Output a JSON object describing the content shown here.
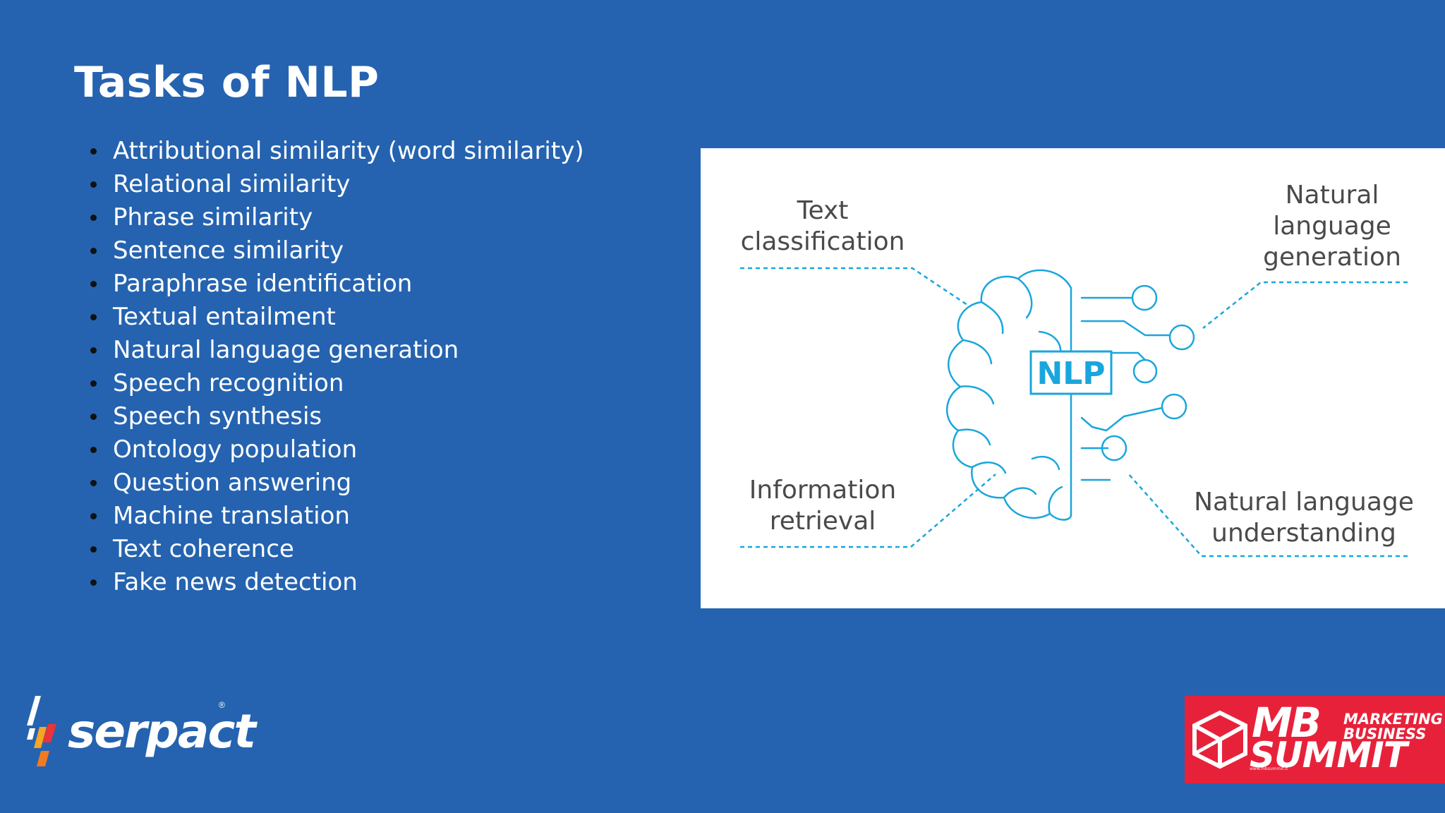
{
  "slide": {
    "title": "Tasks of NLP",
    "tasks": [
      "Attributional similarity (word similarity)",
      "Relational similarity",
      "Phrase similarity",
      "Sentence similarity",
      "Paraphrase identification",
      "Textual entailment",
      "Natural language generation",
      "Speech recognition",
      "Speech synthesis",
      "Ontology population",
      "Question answering",
      "Machine translation",
      "Text coherence",
      "Fake news detection"
    ]
  },
  "diagram": {
    "center_label": "NLP",
    "text_classification": [
      "Text",
      "classification"
    ],
    "natural_language_generation": [
      "Natural",
      "language",
      "generation"
    ],
    "information_retrieval": [
      "Information",
      "retrieval"
    ],
    "natural_language_understanding": [
      "Natural language",
      "understanding"
    ],
    "icon": "brain-circuit-icon",
    "accent_color": "#1aa6dc",
    "label_color": "#4a4a4a"
  },
  "logos": {
    "serpact": {
      "wordmark": "serpact",
      "reg_mark": "®"
    },
    "mb_summit": {
      "mb": "MB",
      "line1": "MARKETING",
      "line2": "BUSINESS",
      "summit": "SUMMIT",
      "url": "www.mbsummit.it"
    }
  },
  "colors": {
    "background": "#2563b0",
    "mb_red": "#e8213a"
  }
}
